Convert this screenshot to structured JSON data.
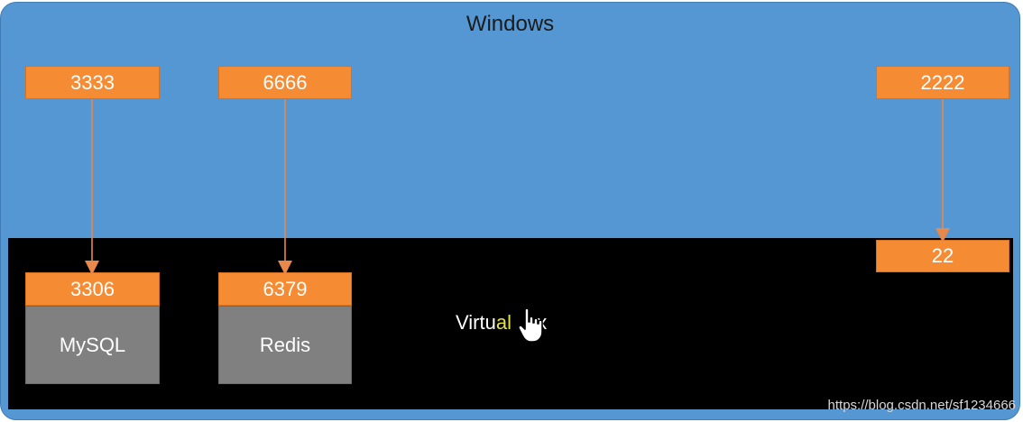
{
  "host": {
    "title": "Windows",
    "color": "#5597d3"
  },
  "host_ports": [
    "3333",
    "6666",
    "2222"
  ],
  "vm": {
    "label_before": "Virtu",
    "label_highlight": "al",
    "label_after": "ox",
    "ports": [
      "3306",
      "6379",
      "22"
    ],
    "services": [
      "MySQL",
      "Redis"
    ],
    "color": "#000000"
  },
  "colors": {
    "port": "#f58b32",
    "arrow": "#e8884a",
    "service": "#808080",
    "highlight": "#e4e04a"
  },
  "icons": {
    "cursor": "hand-pointer-icon"
  },
  "watermark": "https://blog.csdn.net/sf1234666"
}
